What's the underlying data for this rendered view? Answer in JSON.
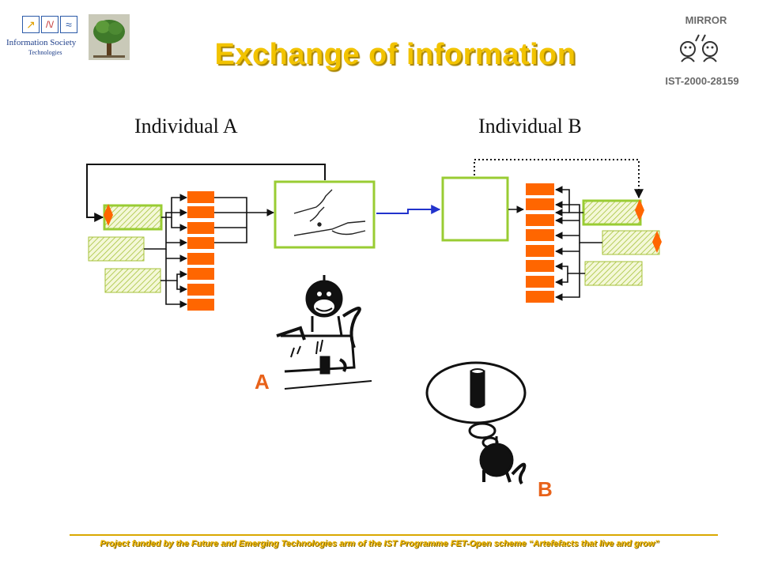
{
  "header": {
    "title": "Exchange of information",
    "project_name": "MIRROR",
    "project_code": "IST-2000-28159",
    "ist_logo_text": "Information Society",
    "ist_logo_subtext": "Technologies"
  },
  "diagram": {
    "label_individual_a": "Individual A",
    "label_individual_b": "Individual B",
    "label_a": "A",
    "label_b": "B"
  },
  "footer": {
    "text": "Project funded by the Future and Emerging Technologies arm of the IST Programme FET-Open scheme  “Artefefacts  that live and grow”"
  },
  "colors": {
    "orange": "#ff6600",
    "green": "#99cc33",
    "title": "#f2c300",
    "arrow_blue": "#2233cc"
  }
}
